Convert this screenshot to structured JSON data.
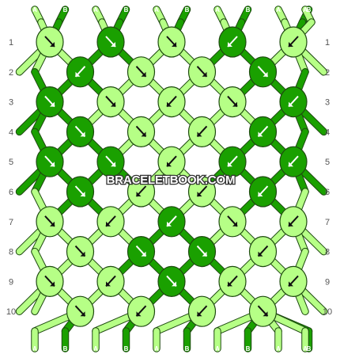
{
  "colors": {
    "A": "#B6FF86",
    "B": "#1AA000",
    "stroke": "#1E4A10",
    "arrow": "#111111"
  },
  "strands": {
    "top": [
      "A",
      "B",
      "A",
      "B",
      "A",
      "B",
      "A",
      "B",
      "A",
      "B",
      "A"
    ],
    "bottom": [
      "A",
      "B",
      "A",
      "B",
      "A",
      "B",
      "A",
      "B",
      "A",
      "B",
      "A"
    ]
  },
  "row_numbers": [
    "1",
    "2",
    "3",
    "4",
    "5",
    "6",
    "7",
    "8",
    "9",
    "10"
  ],
  "watermark": "BRACELETBOOK.COM",
  "knots": [
    [
      "A:right",
      "B:right",
      "A:right",
      "B:left",
      "A:left"
    ],
    [
      "B:left",
      "A:right",
      "A:right",
      "B:right"
    ],
    [
      "B:right",
      "A:right",
      "A:left",
      "A:right",
      "B:left"
    ],
    [
      "B:right",
      "A:right",
      "A:left",
      "B:left"
    ],
    [
      "B:right",
      "B:right",
      "A:left",
      "B:left",
      "B:left"
    ],
    [
      "B:right",
      "A:left",
      "A:left",
      "B:left"
    ],
    [
      "A:right",
      "A:left",
      "B:left",
      "A:right",
      "A:left"
    ],
    [
      "A:right",
      "B:right",
      "B:right",
      "A:left"
    ],
    [
      "A:right",
      "A:left",
      "B:right",
      "A:left",
      "A:left"
    ],
    [
      "A:right",
      "A:left",
      "A:left",
      "A:right"
    ]
  ]
}
